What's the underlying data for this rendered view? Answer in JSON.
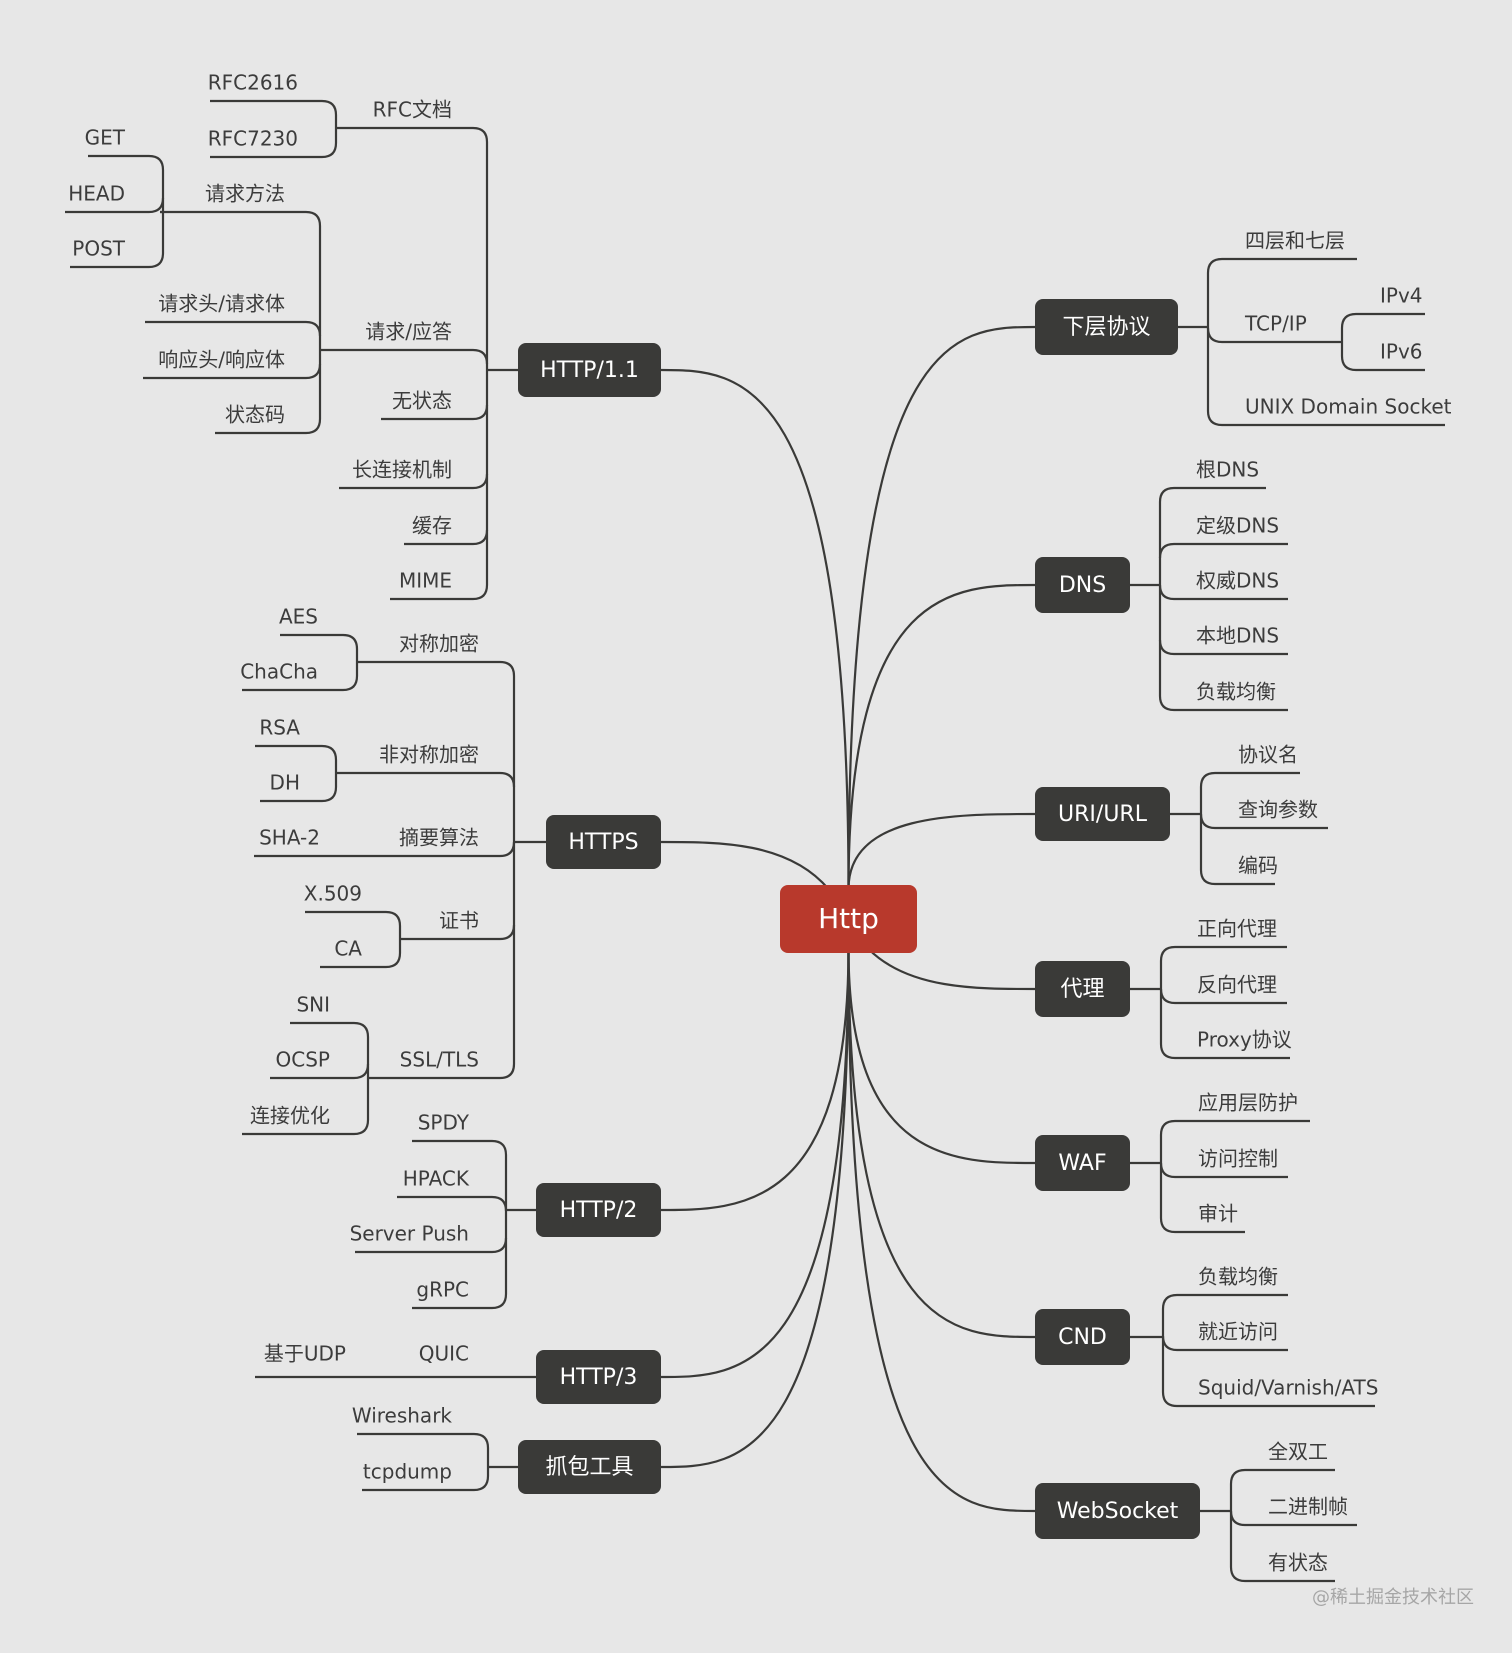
{
  "root": {
    "label": "Http"
  },
  "colors": {
    "background": "#e7e7e7",
    "root": "#b8392c",
    "branch": "#3a3a38",
    "line": "#3a3a38"
  },
  "branches": [
    {
      "id": "http11",
      "label": "HTTP/1.1",
      "children": [
        {
          "label": "RFC文档",
          "children": [
            {
              "label": "RFC2616"
            },
            {
              "label": "RFC7230"
            }
          ]
        },
        {
          "label": "请求/应答",
          "children": [
            {
              "label": "请求方法",
              "children": [
                {
                  "label": "GET"
                },
                {
                  "label": "HEAD"
                },
                {
                  "label": "POST"
                }
              ]
            },
            {
              "label": "请求头/请求体"
            },
            {
              "label": "响应头/响应体"
            },
            {
              "label": "状态码"
            }
          ]
        },
        {
          "label": "无状态"
        },
        {
          "label": "长连接机制"
        },
        {
          "label": "缓存"
        },
        {
          "label": "MIME"
        }
      ]
    },
    {
      "id": "https",
      "label": "HTTPS",
      "children": [
        {
          "label": "对称加密",
          "children": [
            {
              "label": "AES"
            },
            {
              "label": "ChaCha"
            }
          ]
        },
        {
          "label": "非对称加密",
          "children": [
            {
              "label": "RSA"
            },
            {
              "label": "DH"
            }
          ]
        },
        {
          "label": "摘要算法",
          "children": [
            {
              "label": "SHA-2"
            }
          ]
        },
        {
          "label": "证书",
          "children": [
            {
              "label": "X.509"
            },
            {
              "label": "CA"
            }
          ]
        },
        {
          "label": "SSL/TLS",
          "children": [
            {
              "label": "SNI"
            },
            {
              "label": "OCSP"
            },
            {
              "label": "连接优化"
            }
          ]
        }
      ]
    },
    {
      "id": "http2",
      "label": "HTTP/2",
      "children": [
        {
          "label": "SPDY"
        },
        {
          "label": "HPACK"
        },
        {
          "label": "Server Push"
        },
        {
          "label": "gRPC"
        }
      ]
    },
    {
      "id": "http3",
      "label": "HTTP/3",
      "children": [
        {
          "label": "QUIC",
          "children": [
            {
              "label": "基于UDP"
            }
          ]
        }
      ]
    },
    {
      "id": "capture",
      "label": "抓包工具",
      "children": [
        {
          "label": "Wireshark"
        },
        {
          "label": "tcpdump"
        }
      ]
    },
    {
      "id": "lower",
      "label": "下层协议",
      "children": [
        {
          "label": "四层和七层"
        },
        {
          "label": "TCP/IP",
          "children": [
            {
              "label": "IPv4"
            },
            {
              "label": "IPv6"
            }
          ]
        },
        {
          "label": "UNIX Domain Socket"
        }
      ]
    },
    {
      "id": "dns",
      "label": "DNS",
      "children": [
        {
          "label": "根DNS"
        },
        {
          "label": "定级DNS"
        },
        {
          "label": "权威DNS"
        },
        {
          "label": "本地DNS"
        },
        {
          "label": "负载均衡"
        }
      ]
    },
    {
      "id": "url",
      "label": "URI/URL",
      "children": [
        {
          "label": "协议名"
        },
        {
          "label": "查询参数"
        },
        {
          "label": "编码"
        }
      ]
    },
    {
      "id": "proxy",
      "label": "代理",
      "children": [
        {
          "label": "正向代理"
        },
        {
          "label": "反向代理"
        },
        {
          "label": "Proxy协议"
        }
      ]
    },
    {
      "id": "waf",
      "label": "WAF",
      "children": [
        {
          "label": "应用层防护"
        },
        {
          "label": "访问控制"
        },
        {
          "label": "审计"
        }
      ]
    },
    {
      "id": "cnd",
      "label": "CND",
      "children": [
        {
          "label": "负载均衡"
        },
        {
          "label": "就近访问"
        },
        {
          "label": "Squid/Varnish/ATS"
        }
      ]
    },
    {
      "id": "websocket",
      "label": "WebSocket",
      "children": [
        {
          "label": "全双工"
        },
        {
          "label": "二进制帧"
        },
        {
          "label": "有状态"
        }
      ]
    }
  ],
  "watermark": "@稀土掘金技术社区"
}
